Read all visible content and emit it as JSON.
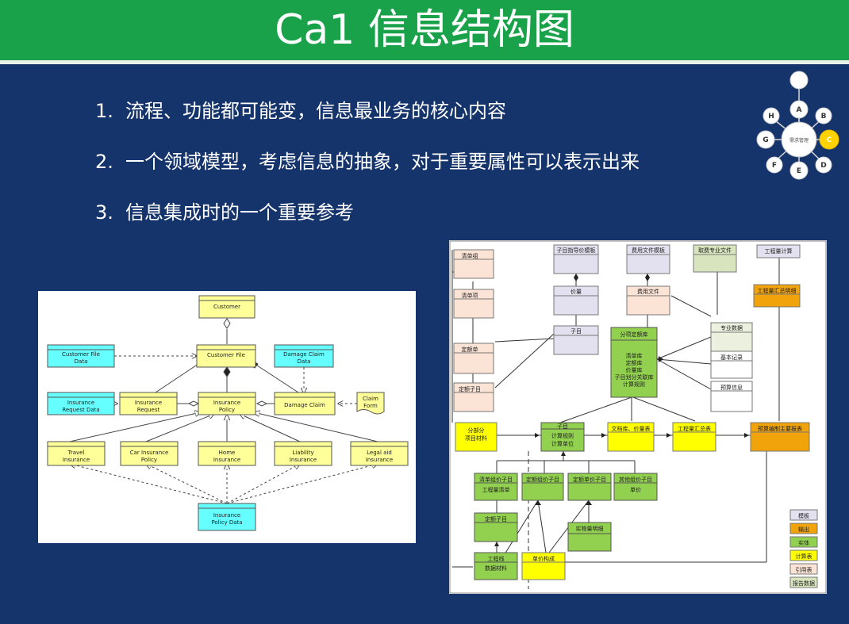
{
  "header": {
    "title": "Ca1 信息结构图"
  },
  "bullets": [
    {
      "num": "1.",
      "text": "流程、功能都可能变，信息最业务的核心内容"
    },
    {
      "num": "2.",
      "text": "一个领域模型，考虑信息的抽象，对于重要属性可以表示出来"
    },
    {
      "num": "3.",
      "text": "信息集成时的一个重要参考"
    }
  ],
  "left_diagram": {
    "nodes": {
      "customer": [
        "Customer"
      ],
      "customer_file": [
        "Customer File"
      ],
      "customer_file_data": [
        "Customer File",
        "Data"
      ],
      "damage_claim_data": [
        "Damage Claim",
        "Data"
      ],
      "insurance_request_data": [
        "Insurance",
        "Request Data"
      ],
      "insurance_request": [
        "Insurance",
        "Request"
      ],
      "insurance_policy": [
        "Insurance",
        "Policy"
      ],
      "damage_claim": [
        "Damage Claim"
      ],
      "claim_form": [
        "Claim",
        "Form"
      ],
      "travel_insurance": [
        "Travel",
        "Insurance"
      ],
      "car_insurance_policy": [
        "Car Insurance",
        "Policy"
      ],
      "home_insurance": [
        "Home",
        "Insurance"
      ],
      "liability_insurance": [
        "Liability",
        "Insurance"
      ],
      "legal_aid_insurance": [
        "Legal aid",
        "Insurance"
      ],
      "insurance_policy_data": [
        "Insurance",
        "Policy Data"
      ]
    }
  },
  "right_diagram": {
    "nodes": {
      "n_top1": [
        "清单组"
      ],
      "n_top2": [
        "清单项"
      ],
      "n_top3": [
        "定额单"
      ],
      "n_top4": [
        "定额子目"
      ],
      "n_m1": [
        "子目指导价模板"
      ],
      "n_m2": [
        "价量"
      ],
      "n_m3": [
        "子目"
      ],
      "n_f1": [
        "费用文件模板"
      ],
      "n_f2": [
        "费用文件"
      ],
      "n_s1": [
        "取费专业文件"
      ],
      "n_w1": [
        "工程量计算"
      ],
      "n_w2": [
        "工程量汇总明细"
      ],
      "n_core": [
        "分项定额库",
        "",
        "清单库",
        "定额库",
        "价量库",
        "子目划分关联库",
        "计算规则"
      ],
      "n_r1": [
        "专业数据"
      ],
      "n_r2": [
        "基本记录"
      ],
      "n_r3": [
        "预算信息"
      ],
      "n_y1": [
        "分部分",
        "项目材料"
      ],
      "n_g1": [
        "子目",
        "计算规则",
        "计算单位"
      ],
      "n_y2": [
        "文档库、价量表"
      ],
      "n_y3": [
        "工程量汇总表"
      ],
      "n_o1": [
        "预算编制主要报表"
      ],
      "n_g2": [
        "清单组价子目",
        "工程量清单"
      ],
      "n_g3": [
        "定额组价子目"
      ],
      "n_g4": [
        "定额单价子目"
      ],
      "n_g5": [
        "其他组价子目",
        "单价"
      ],
      "n_g6": [
        "定额子目"
      ],
      "n_g7": [
        "实物量明细"
      ],
      "n_g8": [
        "工程线",
        "数据材料"
      ],
      "n_y4": [
        "单价构成"
      ]
    },
    "legend": [
      "模板",
      "输出",
      "实体",
      "计算表",
      "引用表",
      "报告数据"
    ]
  },
  "wheel": {
    "labels": [
      "A",
      "B",
      "C",
      "D",
      "E",
      "F",
      "G",
      "H"
    ],
    "center": "需求管理"
  },
  "colors": {
    "header_green": "#19a24a",
    "background_navy": "#15346b",
    "node_yellow": "#ffff99",
    "node_cyan": "#66ffff",
    "node_peach": "#fbe3d6",
    "node_lilac": "#e3e0ef",
    "node_green": "#92d050",
    "node_bright_yellow": "#ffff00",
    "node_orange": "#f0a30a",
    "node_gray": "#ebf1de"
  }
}
